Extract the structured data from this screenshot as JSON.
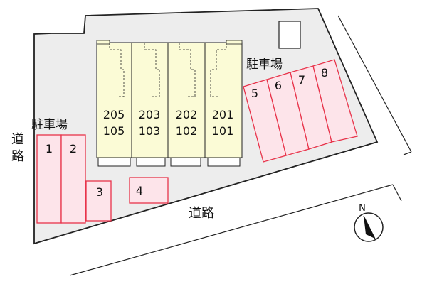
{
  "colors": {
    "lot": "#ededed",
    "building": "#fbfbd6",
    "parking_stroke": "#e8334a",
    "parking_fill": "#fde4ea",
    "outline": "#222222"
  },
  "roads": {
    "left_label": [
      "道",
      "路"
    ],
    "bottom_label": "道路"
  },
  "parking_areas": {
    "left_label": "駐車場",
    "right_label": "駐車場"
  },
  "parking_spaces": [
    "1",
    "2",
    "3",
    "4",
    "5",
    "6",
    "7",
    "8"
  ],
  "units": [
    {
      "upper": "205",
      "lower": "105"
    },
    {
      "upper": "203",
      "lower": "103"
    },
    {
      "upper": "202",
      "lower": "102"
    },
    {
      "upper": "201",
      "lower": "101"
    }
  ],
  "compass": {
    "label": "N",
    "icon": "north-arrow-icon"
  }
}
